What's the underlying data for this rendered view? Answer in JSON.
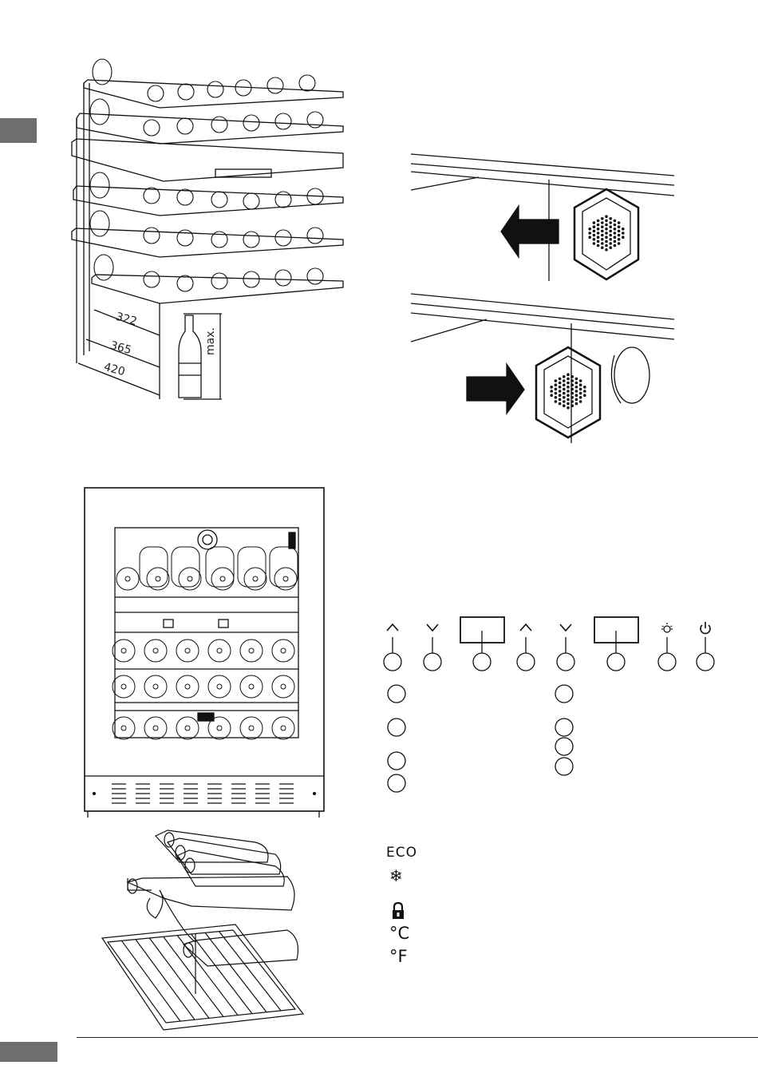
{
  "dimensions": {
    "d1": "322",
    "d2": "365",
    "d3": "420",
    "max": "max."
  },
  "control_panel": {
    "buttons": [
      {
        "icon": "up-arrow-icon",
        "glyph": "^"
      },
      {
        "icon": "down-arrow-icon",
        "glyph": "v"
      },
      {
        "icon": "display-box-icon",
        "glyph": ""
      },
      {
        "icon": "up-arrow-icon",
        "glyph": "^"
      },
      {
        "icon": "down-arrow-icon",
        "glyph": "v"
      },
      {
        "icon": "display-box-icon",
        "glyph": ""
      },
      {
        "icon": "light-icon",
        "glyph": "☼"
      },
      {
        "icon": "power-icon",
        "glyph": "⏻"
      }
    ]
  },
  "legend": {
    "eco": "ECO",
    "snowflake": "❄",
    "lock": "🔒",
    "celsius": "°C",
    "fahrenheit": "°F"
  },
  "colors": {
    "tab_gray": "#6e6e6e",
    "line": "#111111"
  }
}
